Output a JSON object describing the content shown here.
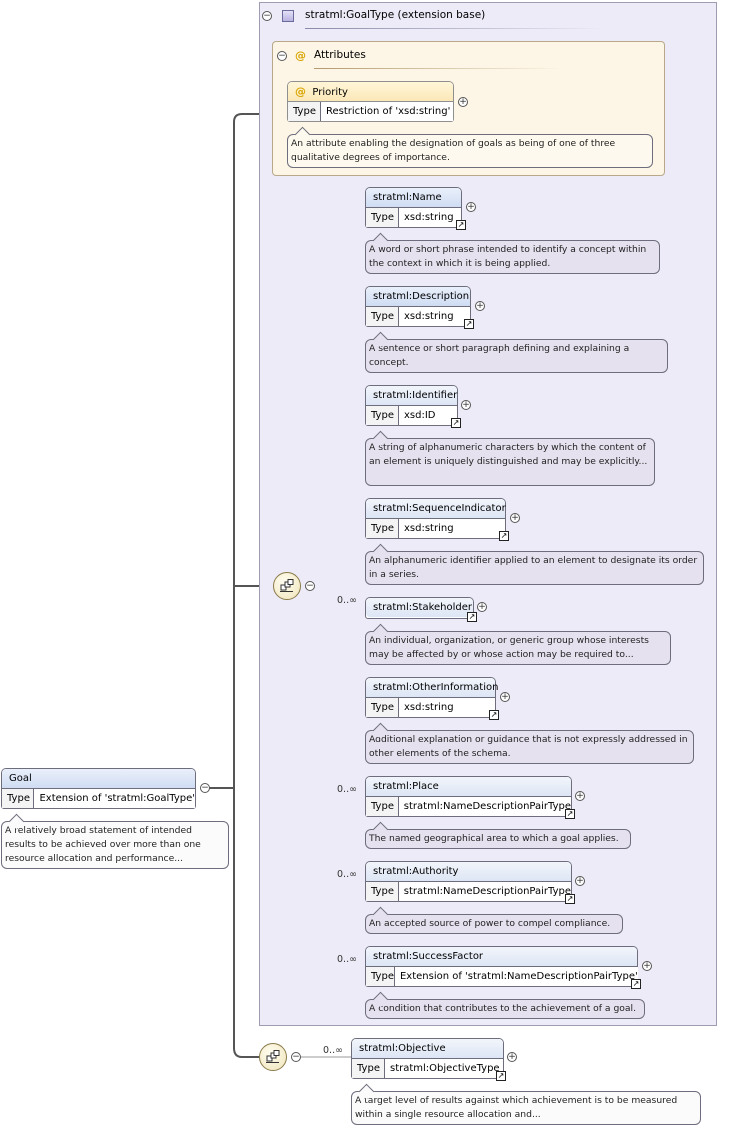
{
  "root": {
    "name": "Goal",
    "type_label": "Type",
    "type_value": "Extension of 'stratml:GoalType'",
    "doc": "A relatively broad statement of intended results to be achieved over more than one resource allocation and performance..."
  },
  "base": {
    "title": "stratml:GoalType (extension base)"
  },
  "attributes": {
    "title": "Attributes",
    "symbol": "@",
    "items": [
      {
        "name": "Priority",
        "type_label": "Type",
        "type_value": "Restriction of 'xsd:string'",
        "doc": "An attribute enabling the designation of goals as being of one of three qualitative degrees of importance."
      }
    ]
  },
  "elements": [
    {
      "name": "stratml:Name",
      "type_label": "Type",
      "type_value": "xsd:string",
      "occurrence": "",
      "doc": "A word or short phrase intended to identify a concept within the context in which it is being applied."
    },
    {
      "name": "stratml:Description",
      "type_label": "Type",
      "type_value": "xsd:string",
      "occurrence": "",
      "doc": "A sentence or short paragraph defining and explaining a concept."
    },
    {
      "name": "stratml:Identifier",
      "type_label": "Type",
      "type_value": "xsd:ID",
      "occurrence": "",
      "doc": "A string of alphanumeric characters by which the content of an element is uniquely distinguished and may be explicitly..."
    },
    {
      "name": "stratml:SequenceIndicator",
      "type_label": "Type",
      "type_value": "xsd:string",
      "occurrence": "",
      "doc": "An alphanumeric identifier applied to an element to designate its order in a series."
    },
    {
      "name": "stratml:Stakeholder",
      "type_label": "",
      "type_value": "",
      "occurrence": "0..∞",
      "doc": "An individual, organization, or generic group whose interests may be affected by or whose action may be required to..."
    },
    {
      "name": "stratml:OtherInformation",
      "type_label": "Type",
      "type_value": "xsd:string",
      "occurrence": "",
      "doc": "Additional explanation or guidance that is not expressly addressed in other elements of the schema."
    },
    {
      "name": "stratml:Place",
      "type_label": "Type",
      "type_value": "stratml:NameDescriptionPairType",
      "occurrence": "0..∞",
      "doc": "The named geographical area to which a goal applies."
    },
    {
      "name": "stratml:Authority",
      "type_label": "Type",
      "type_value": "stratml:NameDescriptionPairType",
      "occurrence": "0..∞",
      "doc": "An accepted source of power to compel compliance."
    },
    {
      "name": "stratml:SuccessFactor",
      "type_label": "Type",
      "type_value": "Extension of 'stratml:NameDescriptionPairType'",
      "occurrence": "0..∞",
      "doc": "A condition that contributes to the achievement of a goal."
    }
  ],
  "objective": {
    "name": "stratml:Objective",
    "type_label": "Type",
    "type_value": "stratml:ObjectiveType",
    "occurrence": "0..∞",
    "doc": "A target level of results against which achievement is to be measured within a single resource allocation and..."
  },
  "glyphs": {
    "collapse": "−",
    "expand": "+",
    "jump": "↗"
  }
}
